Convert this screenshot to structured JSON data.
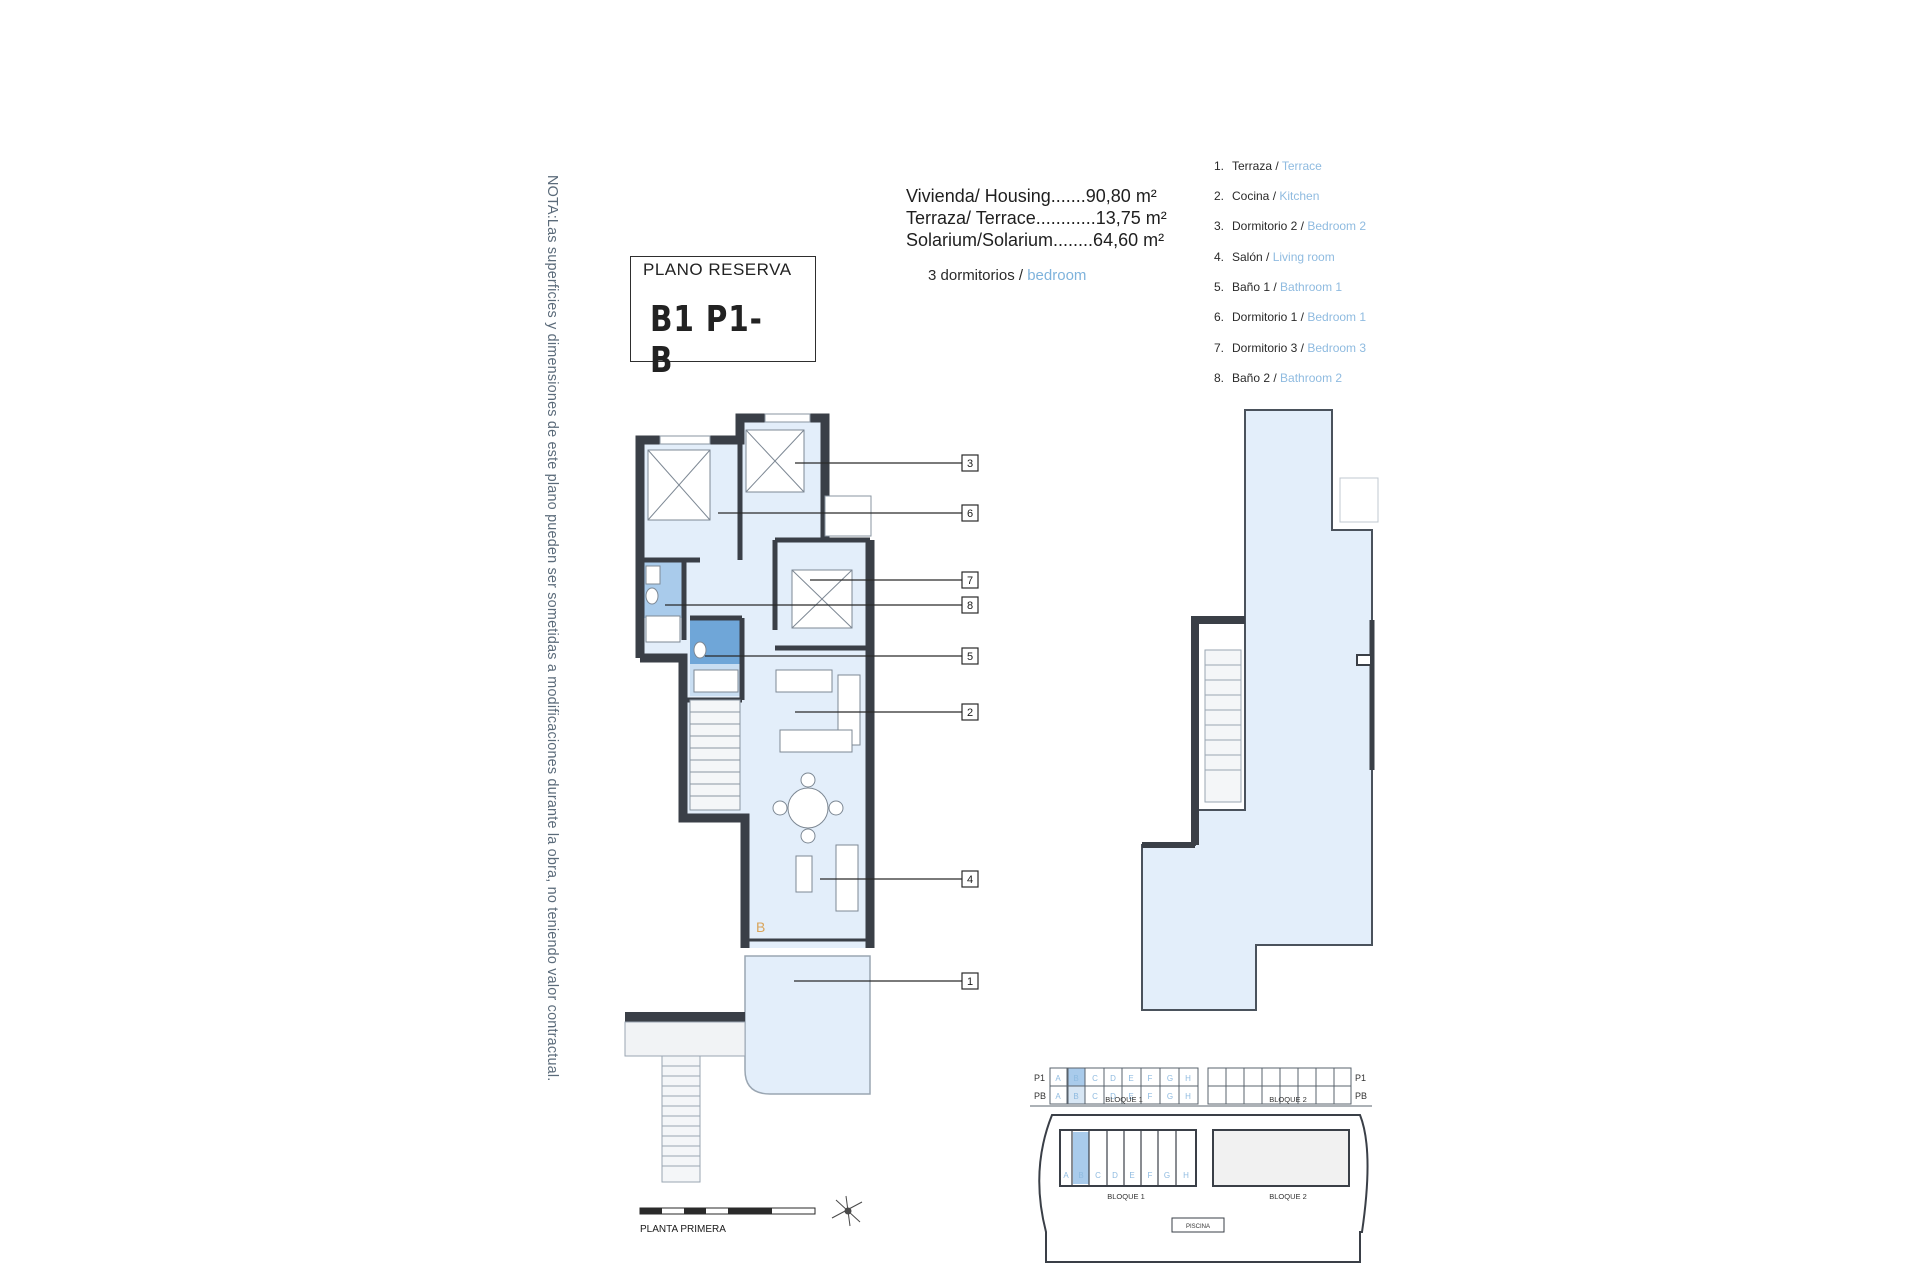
{
  "note": "NOTA:Las superficies y dimensiones de este plano pueden ser sometidas a modificaciones durante la obra, no teniendo valor contractual.",
  "plano": {
    "title": "PLANO RESERVA",
    "code": "B1 P1-B"
  },
  "areas": [
    {
      "label": "Vivienda/ Housing.......90,80 m²"
    },
    {
      "label": "Terraza/ Terrace............13,75 m²"
    },
    {
      "label": "Solarium/Solarium........64,60 m²"
    }
  ],
  "bedrooms": {
    "es": "3 dormitorios / ",
    "en": "bedroom"
  },
  "legend": [
    {
      "num": "1.",
      "es": "Terraza / ",
      "en": "Terrace"
    },
    {
      "num": "2.",
      "es": "Cocina / ",
      "en": "Kitchen"
    },
    {
      "num": "3.",
      "es": "Dormitorio 2 / ",
      "en": "Bedroom 2"
    },
    {
      "num": "4.",
      "es": "Salón / ",
      "en": "Living room"
    },
    {
      "num": "5.",
      "es": "Baño 1 / ",
      "en": "Bathroom 1"
    },
    {
      "num": "6.",
      "es": "Dormitorio 1 / ",
      "en": "Bedroom 1"
    },
    {
      "num": "7.",
      "es": "Dormitorio 3 / ",
      "en": "Bedroom 3"
    },
    {
      "num": "8.",
      "es": "Baño 2 / ",
      "en": "Bathroom 2"
    }
  ],
  "callouts": [
    "3",
    "6",
    "7",
    "8",
    "5",
    "2",
    "4",
    "1"
  ],
  "plan": {
    "door_letter": "B",
    "floor_label": "PLANTA PRIMERA"
  },
  "site": {
    "floors": [
      "P1",
      "PB"
    ],
    "units": [
      "A",
      "B",
      "C",
      "D",
      "E",
      "F",
      "G",
      "H"
    ],
    "block1": "BLOQUE 1",
    "block2": "BLOQUE 2",
    "pool": "PISCINA"
  },
  "colors": {
    "wall": "#3a3f47",
    "room": "#e3eefa",
    "room_dark": "#bdd6f0",
    "highlight": "#a9cbeb",
    "accent": "#7fb3dc",
    "door": "#d9a45a"
  }
}
